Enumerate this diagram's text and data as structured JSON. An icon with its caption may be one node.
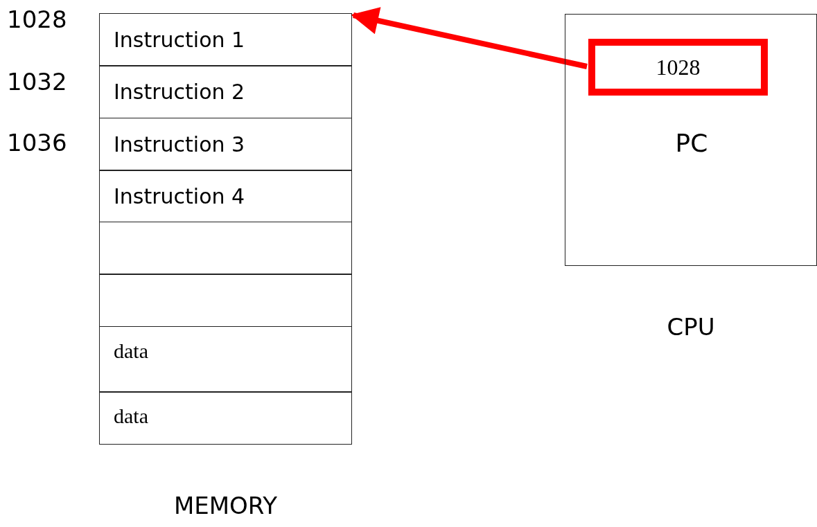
{
  "diagram": {
    "nodes": [
      {
        "text": [
          "MEMORY"
        ]
      },
      {
        "text": [
          "Instruction 1"
        ],
        "in": 0
      },
      {
        "text": [
          "Instruction 2"
        ],
        "in": 0
      },
      {
        "text": [
          "Instruction 3"
        ],
        "in": 0
      },
      {
        "text": [
          "Instruction 4"
        ],
        "in": 0
      },
      {
        "text": [],
        "shape": "box",
        "in": 0
      },
      {
        "text": [],
        "shape": "box",
        "in": 0
      },
      {
        "text": [
          "data"
        ],
        "in": 0
      },
      {
        "text": [
          "data"
        ],
        "in": 0
      },
      {
        "text": [
          "CPU"
        ]
      },
      {
        "text": [
          "1028"
        ],
        "beside": [
          "PC"
        ],
        "in": 9
      }
    ],
    "edges": [
      {
        "from": 10,
        "to": 1,
        "arrow": "to"
      }
    ],
    "labels": [
      "1028",
      "1032",
      "1036"
    ]
  }
}
